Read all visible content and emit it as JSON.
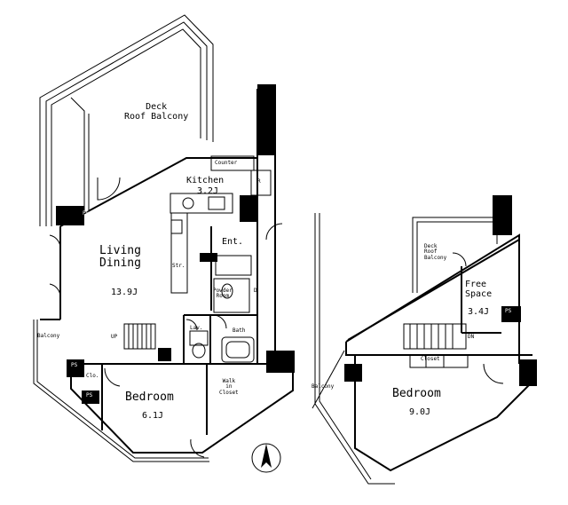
{
  "floor1": {
    "deck": "Deck\nRoof Balcony",
    "counter": "Counter",
    "ps": "PS",
    "kitchen_name": "Kitchen",
    "kitchen_size": "3.2J",
    "r_mark": "R",
    "ent": "Ent.",
    "living_name": "Living\nDining",
    "living_size": "13.9J",
    "str": "Str.",
    "powder": "Powder\nRoom",
    "d_mark": "D",
    "lav": "Lav.",
    "bath": "Bath",
    "up": "UP",
    "balcony": "Balcony",
    "clo": "Clo.",
    "bedroom_name": "Bedroom",
    "bedroom_size": "6.1J",
    "walkin": "Walk\nin\nCloset"
  },
  "floor2": {
    "deck": "Deck\nRoof\nBalcony",
    "free_space_name": "Free\nSpace",
    "free_space_size": "3.4J",
    "ps": "PS",
    "dn": "DN",
    "closet": "Closet",
    "balcony": "Balcony",
    "bedroom_name": "Bedroom",
    "bedroom_size": "9.0J"
  },
  "compass": "north-arrow"
}
